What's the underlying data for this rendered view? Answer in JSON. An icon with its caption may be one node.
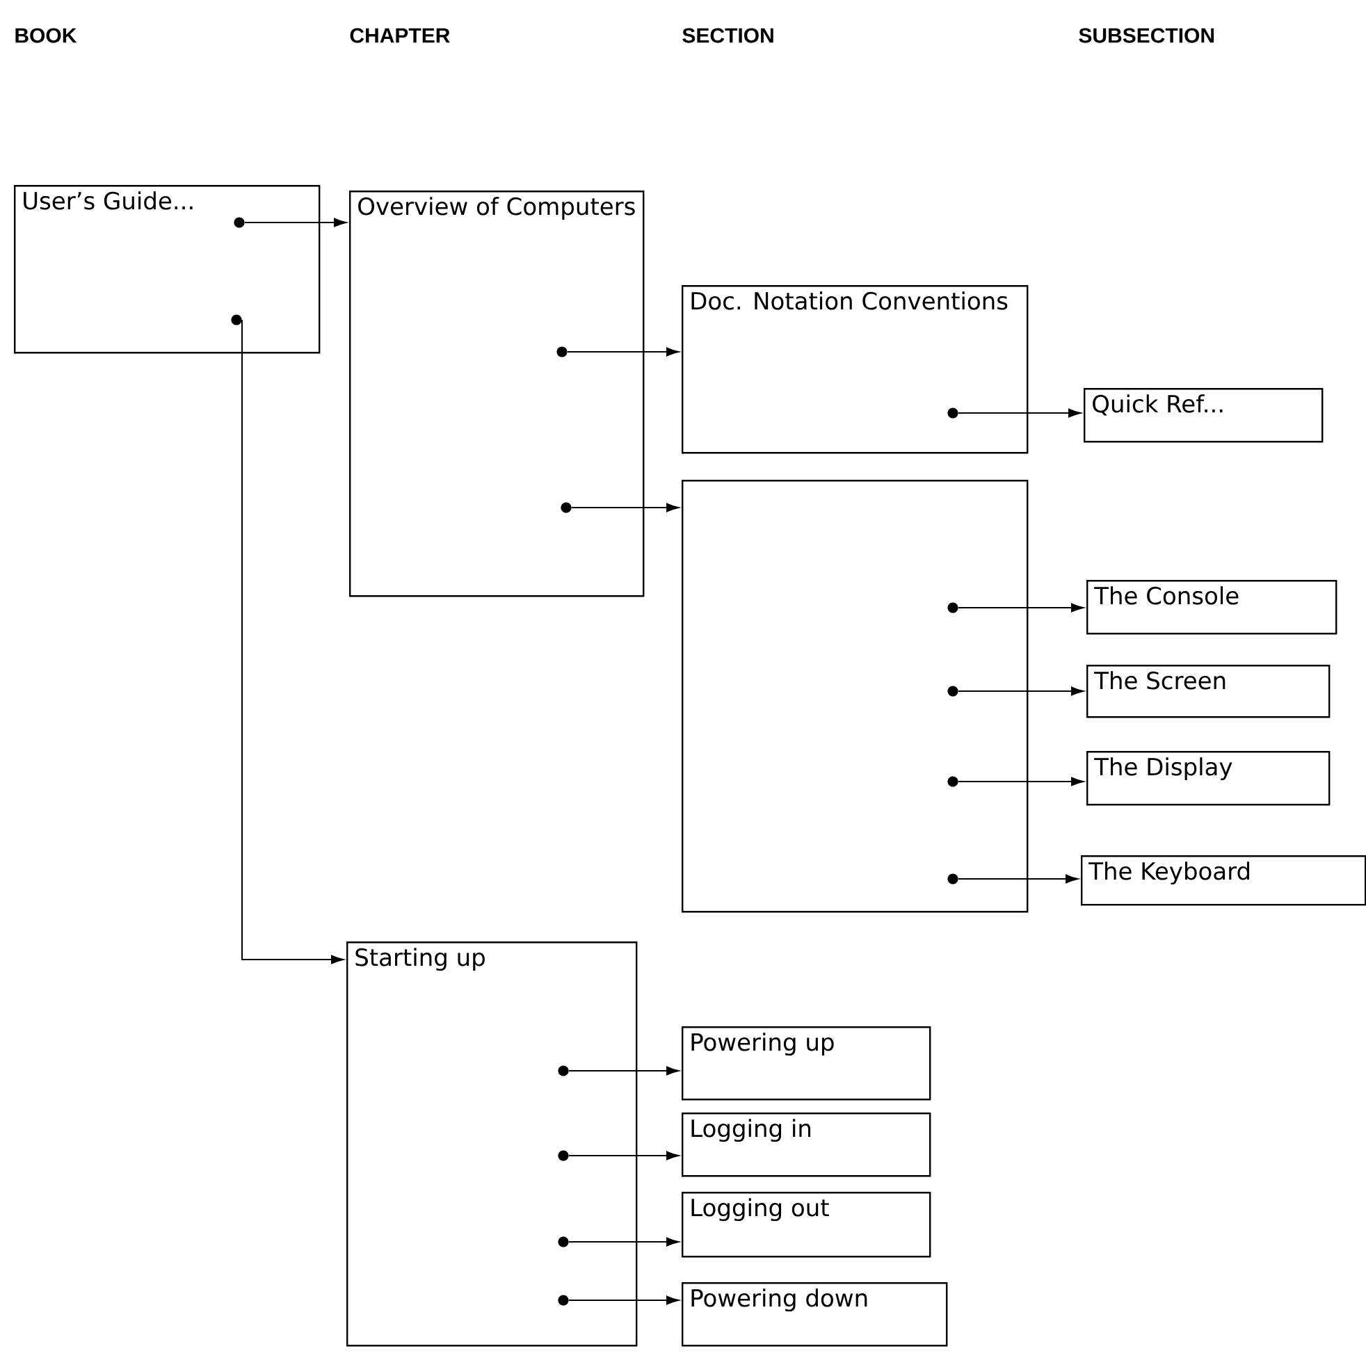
{
  "diagram": {
    "nodes": [
      {
        "text": [
          "User’s Guide..."
        ]
      },
      {
        "text": [
          "Overview of Computers"
        ]
      },
      {
        "text": [
          "Doc. Notation Conventions"
        ]
      },
      {
        "text": [
          "Quick Ref..."
        ]
      },
      {
        "text": [],
        "shape": "box"
      },
      {
        "text": [
          "The Console"
        ]
      },
      {
        "text": [
          "The Screen"
        ]
      },
      {
        "text": [
          "The Display"
        ]
      },
      {
        "text": [
          "The Keyboard"
        ]
      },
      {
        "text": [
          "Starting up"
        ]
      },
      {
        "text": [
          "Powering up"
        ]
      },
      {
        "text": [
          "Logging in"
        ]
      },
      {
        "text": [
          "Logging out"
        ]
      },
      {
        "text": [
          "Powering down"
        ]
      }
    ],
    "edges": [
      {
        "from": 0,
        "to": 1,
        "arrow": "to"
      },
      {
        "from": 0,
        "to": 9,
        "arrow": "to"
      },
      {
        "from": 1,
        "to": 2,
        "arrow": "to"
      },
      {
        "from": 1,
        "to": 4,
        "arrow": "to"
      },
      {
        "from": 2,
        "to": 3,
        "arrow": "to"
      },
      {
        "from": 4,
        "to": 5,
        "arrow": "to"
      },
      {
        "from": 4,
        "to": 6,
        "arrow": "to"
      },
      {
        "from": 4,
        "to": 7,
        "arrow": "to"
      },
      {
        "from": 4,
        "to": 8,
        "arrow": "to"
      },
      {
        "from": 9,
        "to": 10,
        "arrow": "to"
      },
      {
        "from": 9,
        "to": 11,
        "arrow": "to"
      },
      {
        "from": 9,
        "to": 12,
        "arrow": "to"
      },
      {
        "from": 9,
        "to": 13,
        "arrow": "to"
      }
    ],
    "labels": [
      "BOOK",
      "CHAPTER",
      "SECTION",
      "SUBSECTION"
    ]
  }
}
